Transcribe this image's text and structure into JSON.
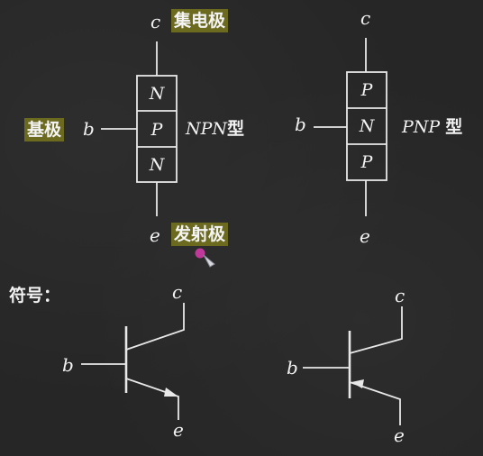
{
  "labels": {
    "collector_zh": "集电极",
    "base_zh": "基极",
    "emitter_zh": "发射极",
    "symbol_zh": "符号："
  },
  "npn": {
    "c": "c",
    "b": "b",
    "e": "e",
    "layers": [
      "N",
      "P",
      "N"
    ],
    "type_latin": "NPN",
    "type_zh": "型"
  },
  "pnp": {
    "c": "c",
    "b": "b",
    "e": "e",
    "layers": [
      "P",
      "N",
      "P"
    ],
    "type_latin": "PNP",
    "type_zh": "型"
  },
  "symbols": {
    "npn": {
      "b": "b",
      "c": "c",
      "e": "e"
    },
    "pnp": {
      "b": "b",
      "c": "c",
      "e": "e"
    }
  },
  "colors": {
    "background": "#262626",
    "chalk": "#f2f2f2",
    "highlight": "#6b6a1f",
    "pointer": "#c0399a"
  }
}
